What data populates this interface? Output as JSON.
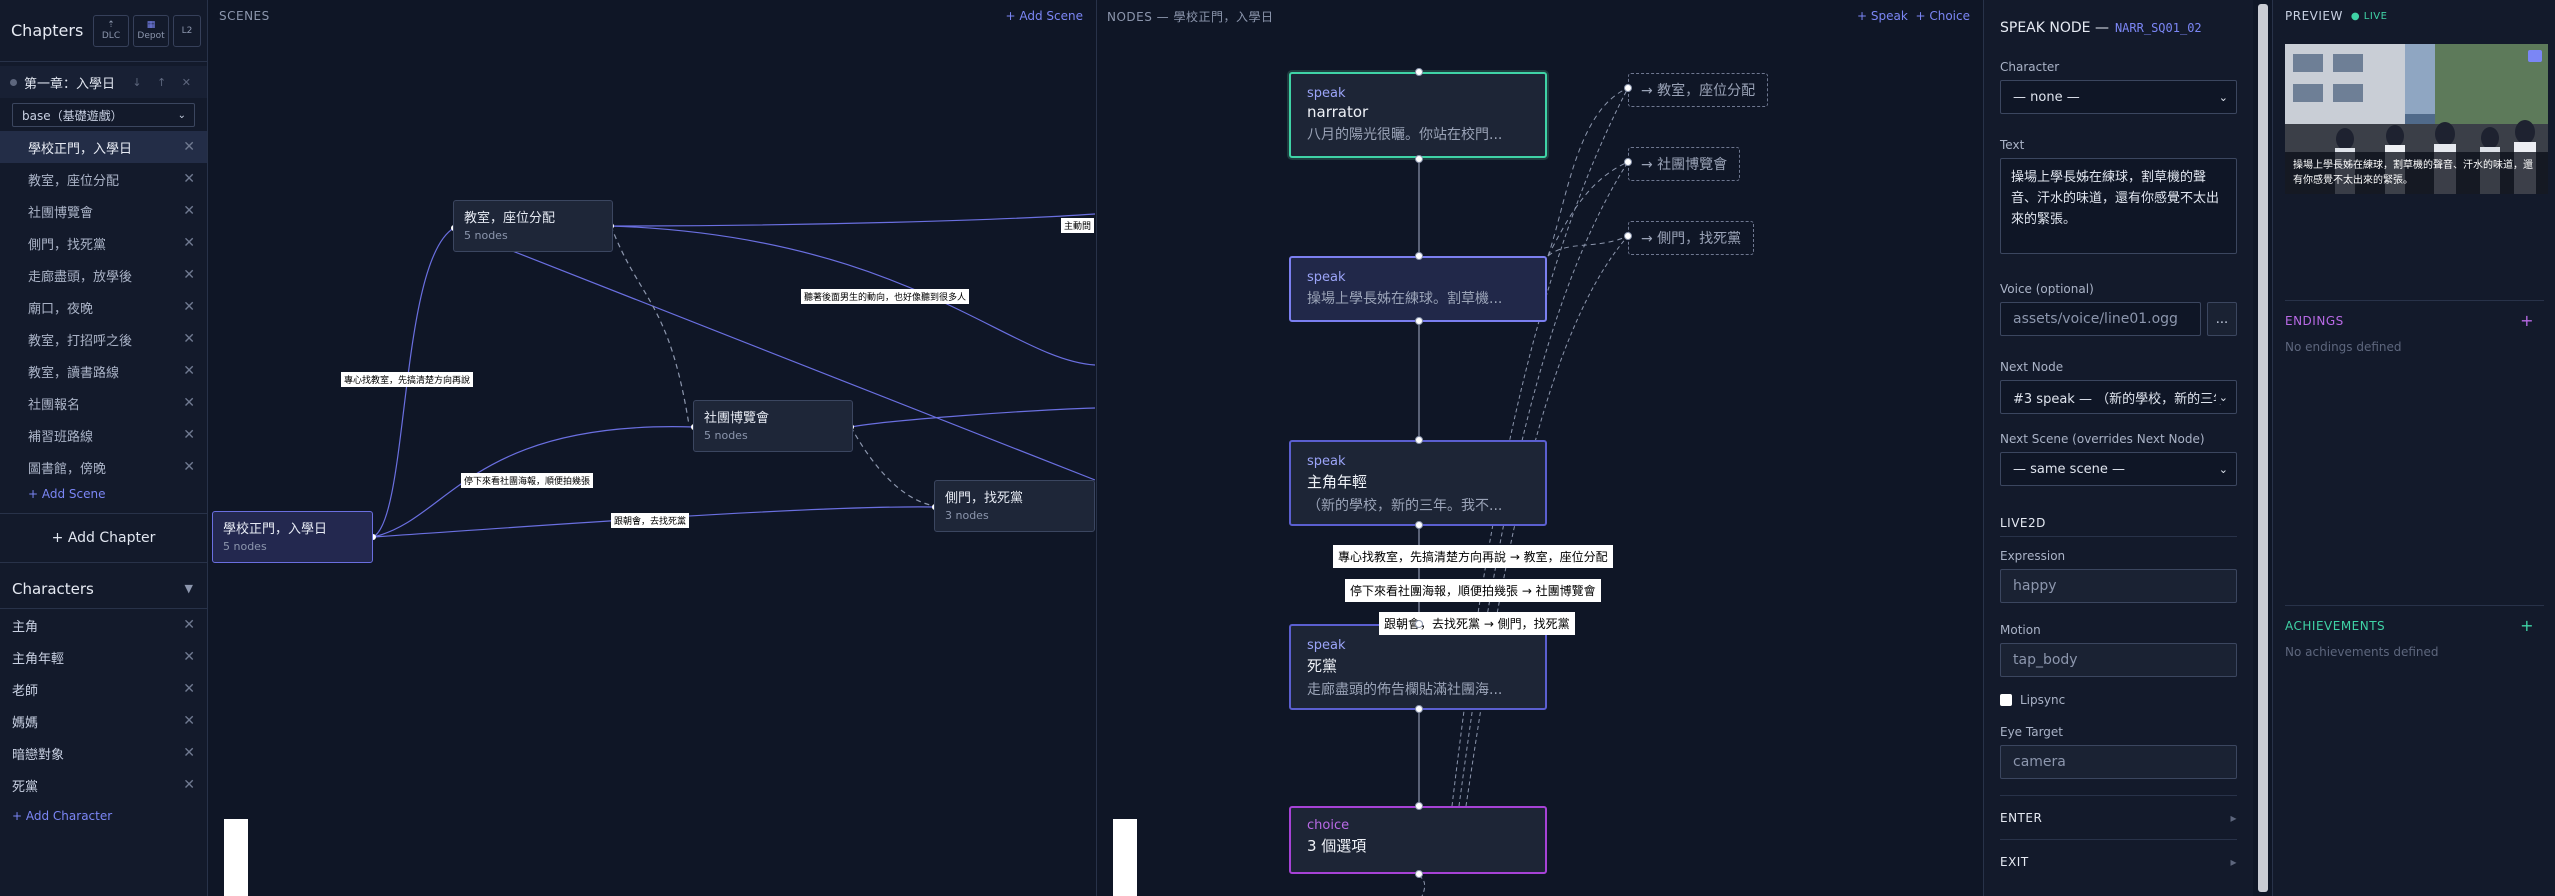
{
  "chapters_panel": {
    "title": "Chapters",
    "tools": [
      {
        "icon": "upload-icon",
        "label": "DLC"
      },
      {
        "icon": "database-icon",
        "label": "Depot"
      },
      {
        "icon": "l2-icon",
        "label": "L2"
      }
    ],
    "chapter": {
      "name": "第一章：入學日",
      "actions": "↓ ↑ ✕"
    },
    "base_select": "base（基礎遊戲）",
    "scenes": [
      "學校正門，入學日",
      "教室，座位分配",
      "社團博覽會",
      "側門，找死黨",
      "走廊盡頭，放學後",
      "廟口，夜晚",
      "教室，打招呼之後",
      "教室，讀書路線",
      "社團報名",
      "補習班路線",
      "圖書館，傍晚"
    ],
    "add_scene": "+ Add Scene",
    "add_chapter": "+ Add Chapter",
    "characters_title": "Characters",
    "characters": [
      "主角",
      "主角年輕",
      "老師",
      "媽媽",
      "暗戀對象",
      "死黨"
    ],
    "add_character": "+ Add Character"
  },
  "scenes_panel": {
    "title": "SCENES",
    "add_scene": "+ Add Scene",
    "nodes": [
      {
        "name": "學校正門，入學日",
        "count": "5 nodes"
      },
      {
        "name": "教室，座位分配",
        "count": "5 nodes"
      },
      {
        "name": "社團博覽會",
        "count": "5 nodes"
      },
      {
        "name": "側門，找死黨",
        "count": "3 nodes"
      }
    ],
    "edge_labels": [
      "專心找教室，先搞清楚方向再說",
      "停下來看社團海報，順便拍幾張",
      "跟朝會，去找死黨",
      "聽著後面男生的動向，也好像聽到很多人",
      "主動問"
    ]
  },
  "nodes_panel": {
    "title": "NODES — 學校正門，入學日",
    "add_speak": "+ Speak",
    "add_choice": "+ Choice",
    "nodes": [
      {
        "type": "speak",
        "who": "narrator",
        "text": "八月的陽光很曬。你站在校門..."
      },
      {
        "type": "speak",
        "who": "",
        "text": "操場上學長姊在練球。割草機..."
      },
      {
        "type": "speak",
        "who": "主角年輕",
        "text": "（新的學校，新的三年。我不..."
      },
      {
        "type": "speak",
        "who": "死黨",
        "text": "走廊盡頭的佈告欄貼滿社團海..."
      },
      {
        "type": "choice",
        "who": "3 個選項",
        "text": ""
      }
    ],
    "branches": [
      "→ 教室，座位分配",
      "→ 社團博覽會",
      "→ 側門，找死黨"
    ],
    "choice_labels": [
      "專心找教室，先搞清楚方向再說 → 教室，座位分配",
      "停下來看社團海報，順便拍幾張 → 社團博覽會",
      "跟朝會，去找死黨 → 側門，找死黨"
    ]
  },
  "inspector": {
    "title": "SPEAK NODE —",
    "node_id": "NARR_SQ01_02",
    "character_label": "Character",
    "character_value": "— none —",
    "text_label": "Text",
    "text_value": "操場上學長姊在練球，割草機的聲音、汗水的味道，還有你感覺不太出來的緊張。",
    "voice_label": "Voice (optional)",
    "voice_placeholder": "assets/voice/line01.ogg",
    "voice_browse": "...",
    "next_node_label": "Next Node",
    "next_node_value": "#3 speak — （新的學校，新的三年",
    "next_scene_label": "Next Scene (overrides Next Node)",
    "next_scene_value": "— same scene —",
    "live2d_title": "LIVE2D",
    "expression_label": "Expression",
    "expression_placeholder": "happy",
    "motion_label": "Motion",
    "motion_placeholder": "tap_body",
    "lipsync_label": "Lipsync",
    "eye_target_label": "Eye Target",
    "eye_target_placeholder": "camera",
    "enter_label": "ENTER",
    "exit_label": "EXIT"
  },
  "preview": {
    "title": "PREVIEW",
    "live": "● LIVE",
    "caption": "操場上學長姊在練球，割草機的聲音、汗水的味道，還有你感覺不太出來的緊張。",
    "endings_title": "ENDINGS",
    "endings_empty": "No endings defined",
    "achievements_title": "ACHIEVEMENTS",
    "achievements_empty": "No achievements defined"
  },
  "colors": {
    "accent": "#7b86f5",
    "start_node": "#3fd3a6",
    "choice_node": "#a642d6",
    "endings": "#b96ae6",
    "achievements": "#3fd3a6"
  }
}
